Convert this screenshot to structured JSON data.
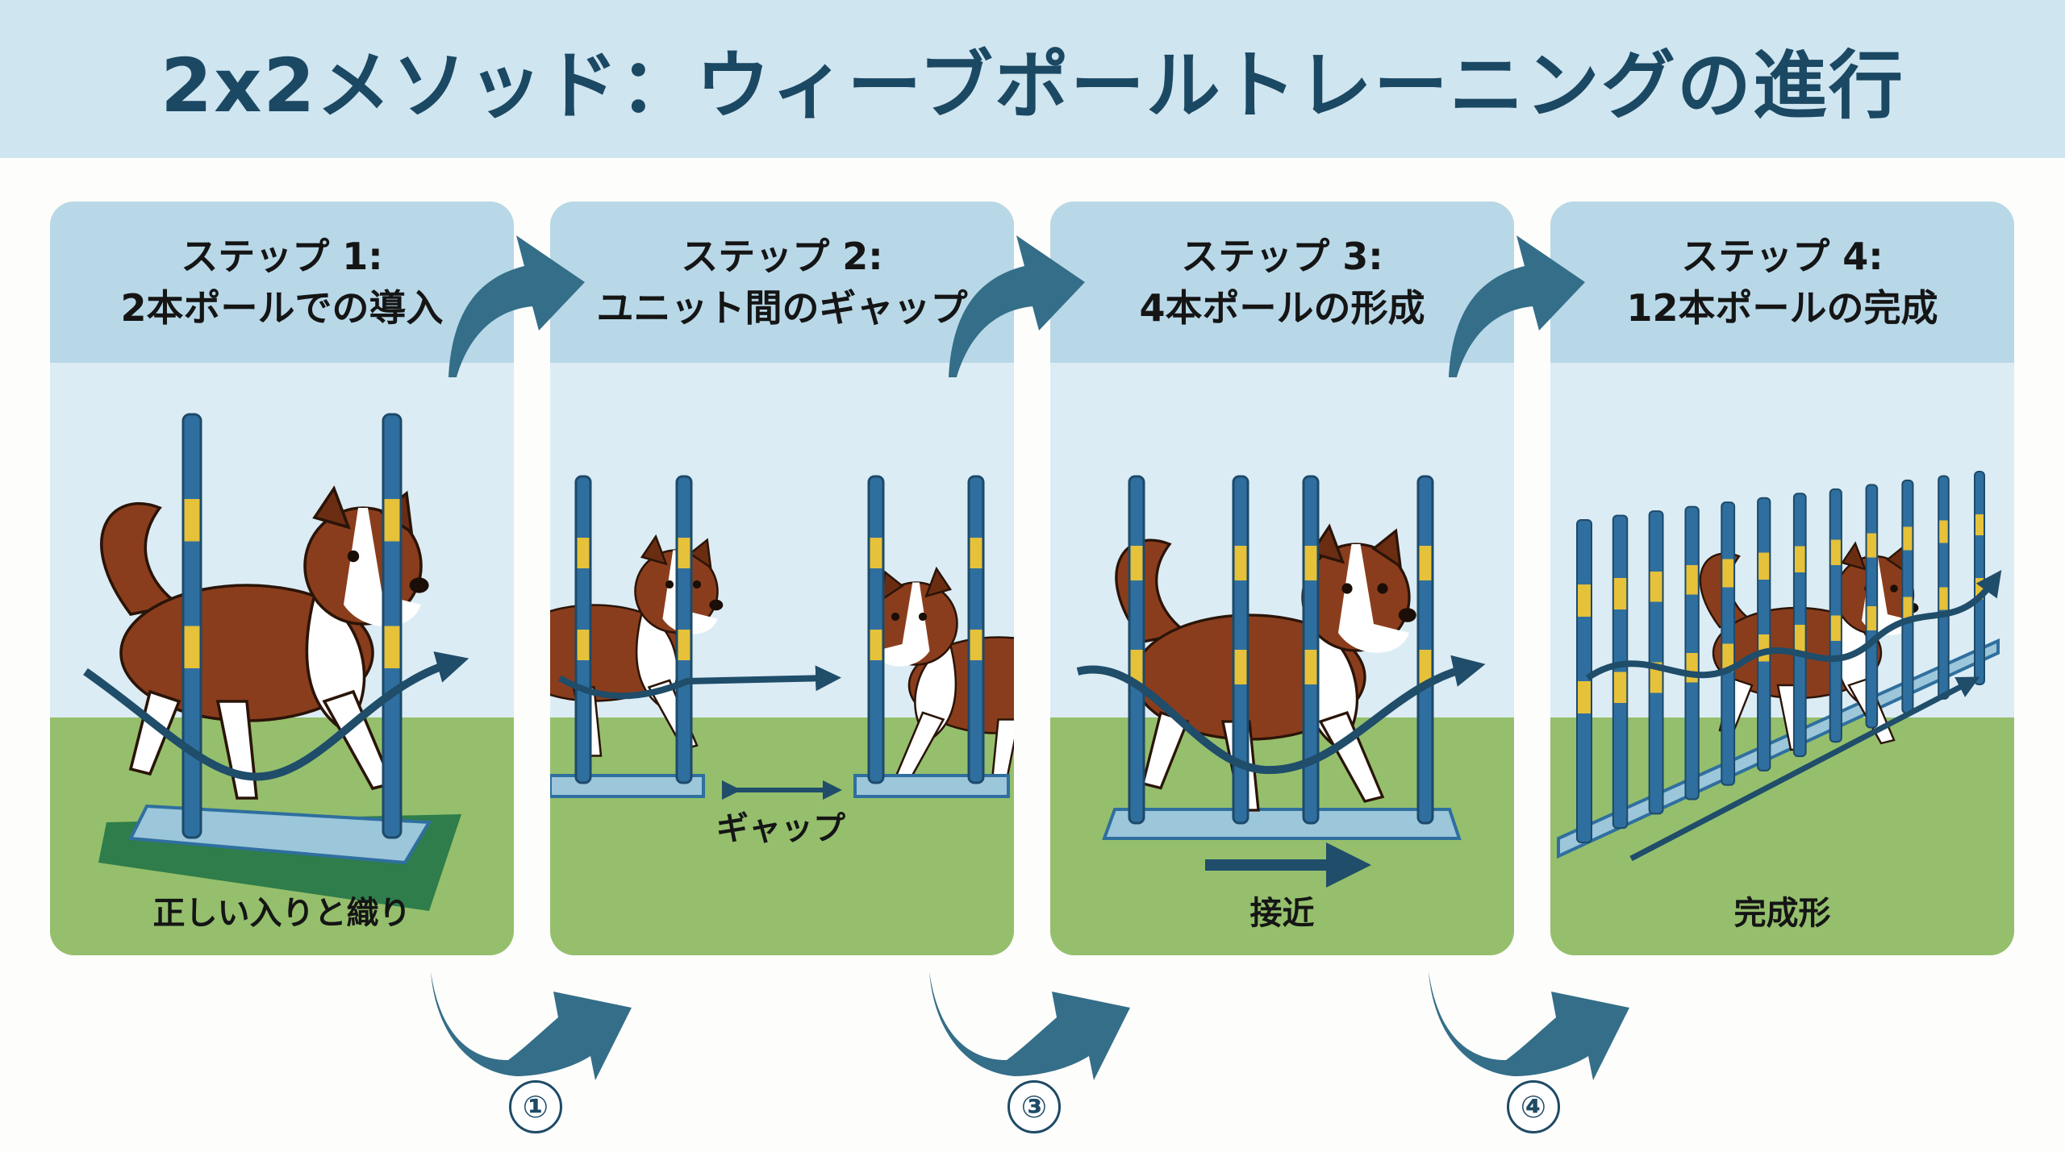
{
  "title": "2x2メソッド：ウィーブポールトレーニングの進行",
  "colors": {
    "title_band": "#cfe5ef",
    "card_header": "#b8d8e8",
    "grass": "#95bf6c",
    "pole_blue": "#2f6f9f",
    "pole_yellow": "#e6c13a",
    "arrow": "#336d88",
    "dog_brown": "#8a3d1c"
  },
  "steps": [
    {
      "heading": "ステップ 1:",
      "subtitle": "2本ポールでの導入",
      "caption": "正しい入りと織り"
    },
    {
      "heading": "ステップ 2:",
      "subtitle": "ユニット間のギャップ",
      "caption": "",
      "gap_label": "ギャップ"
    },
    {
      "heading": "ステップ 3:",
      "subtitle": "4本ポールの形成",
      "caption": "接近"
    },
    {
      "heading": "ステップ 4:",
      "subtitle": "12本ポールの完成",
      "caption": "完成形"
    }
  ],
  "progress_markers": [
    "①",
    "③",
    "④"
  ]
}
